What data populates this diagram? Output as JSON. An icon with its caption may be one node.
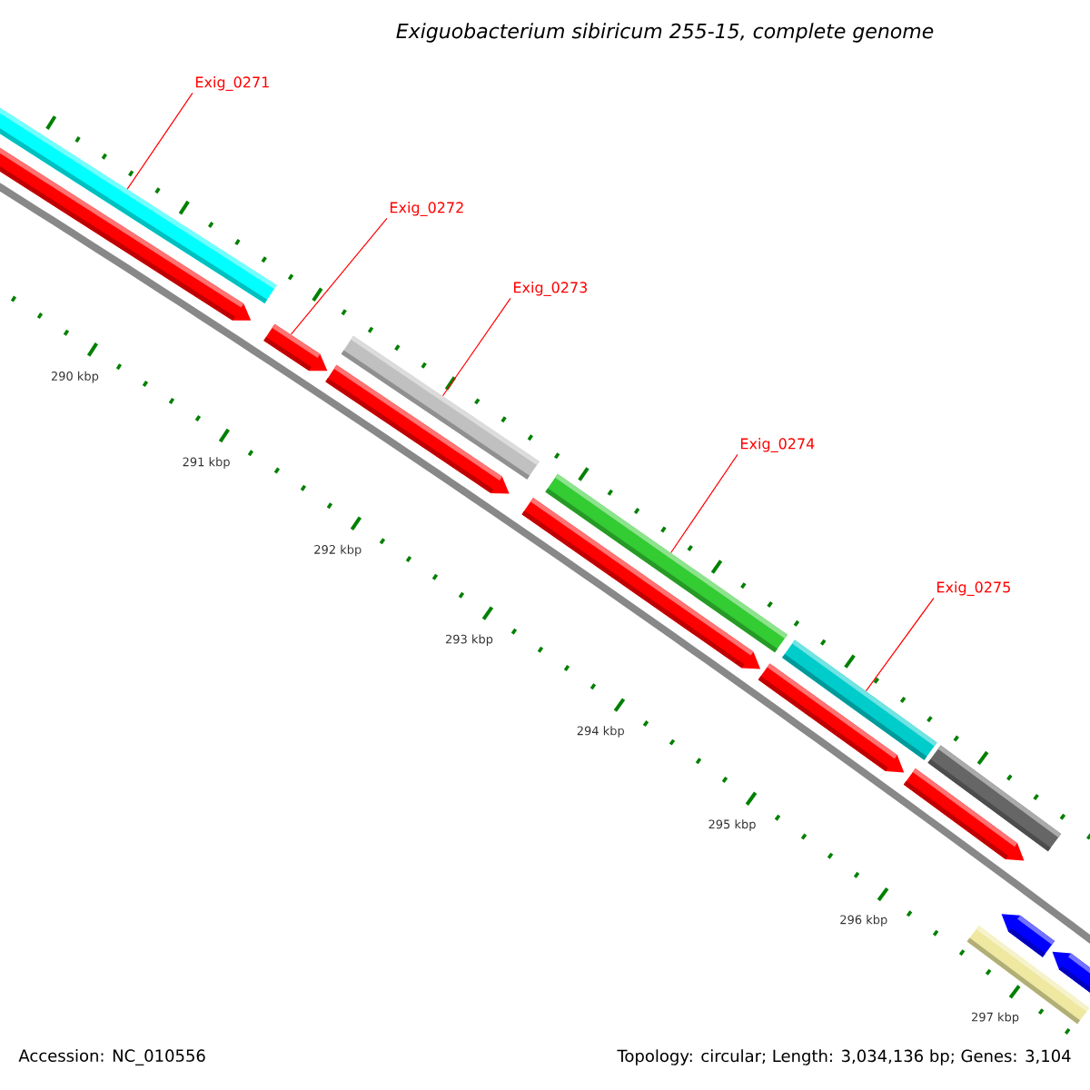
{
  "diagram": {
    "title": "Exiguobacterium sibiricum 255-15, complete genome",
    "nodes": [
      {
        "text": [
          "Exig_0271"
        ]
      },
      {
        "text": [
          "Exig_0272"
        ]
      },
      {
        "text": [
          "Exig_0273"
        ]
      },
      {
        "text": [
          "Exig_0274"
        ]
      },
      {
        "text": [
          "Exig_0275"
        ]
      },
      {
        "text": [],
        "shape": "bar"
      },
      {
        "text": [],
        "shape": "bar"
      },
      {
        "text": [],
        "shape": "bar"
      },
      {
        "text": [],
        "shape": "bar"
      },
      {
        "text": [],
        "shape": "bar"
      }
    ],
    "edges": [
      {
        "from": 0,
        "to": 5,
        "arrow": "none"
      },
      {
        "from": 1,
        "to": 6,
        "arrow": "none"
      },
      {
        "from": 2,
        "to": 7,
        "arrow": "none"
      },
      {
        "from": 3,
        "to": 8,
        "arrow": "none"
      },
      {
        "from": 4,
        "to": 9,
        "arrow": "none"
      }
    ],
    "labels": [
      "290 kbp",
      "291 kbp",
      "292 kbp",
      "293 kbp",
      "294 kbp",
      "295 kbp",
      "296 kbp",
      "297 kbp",
      "Accession: NC_010556",
      "Topology: circular; Length: 3,034,136 bp; Genes: 3,104"
    ]
  }
}
